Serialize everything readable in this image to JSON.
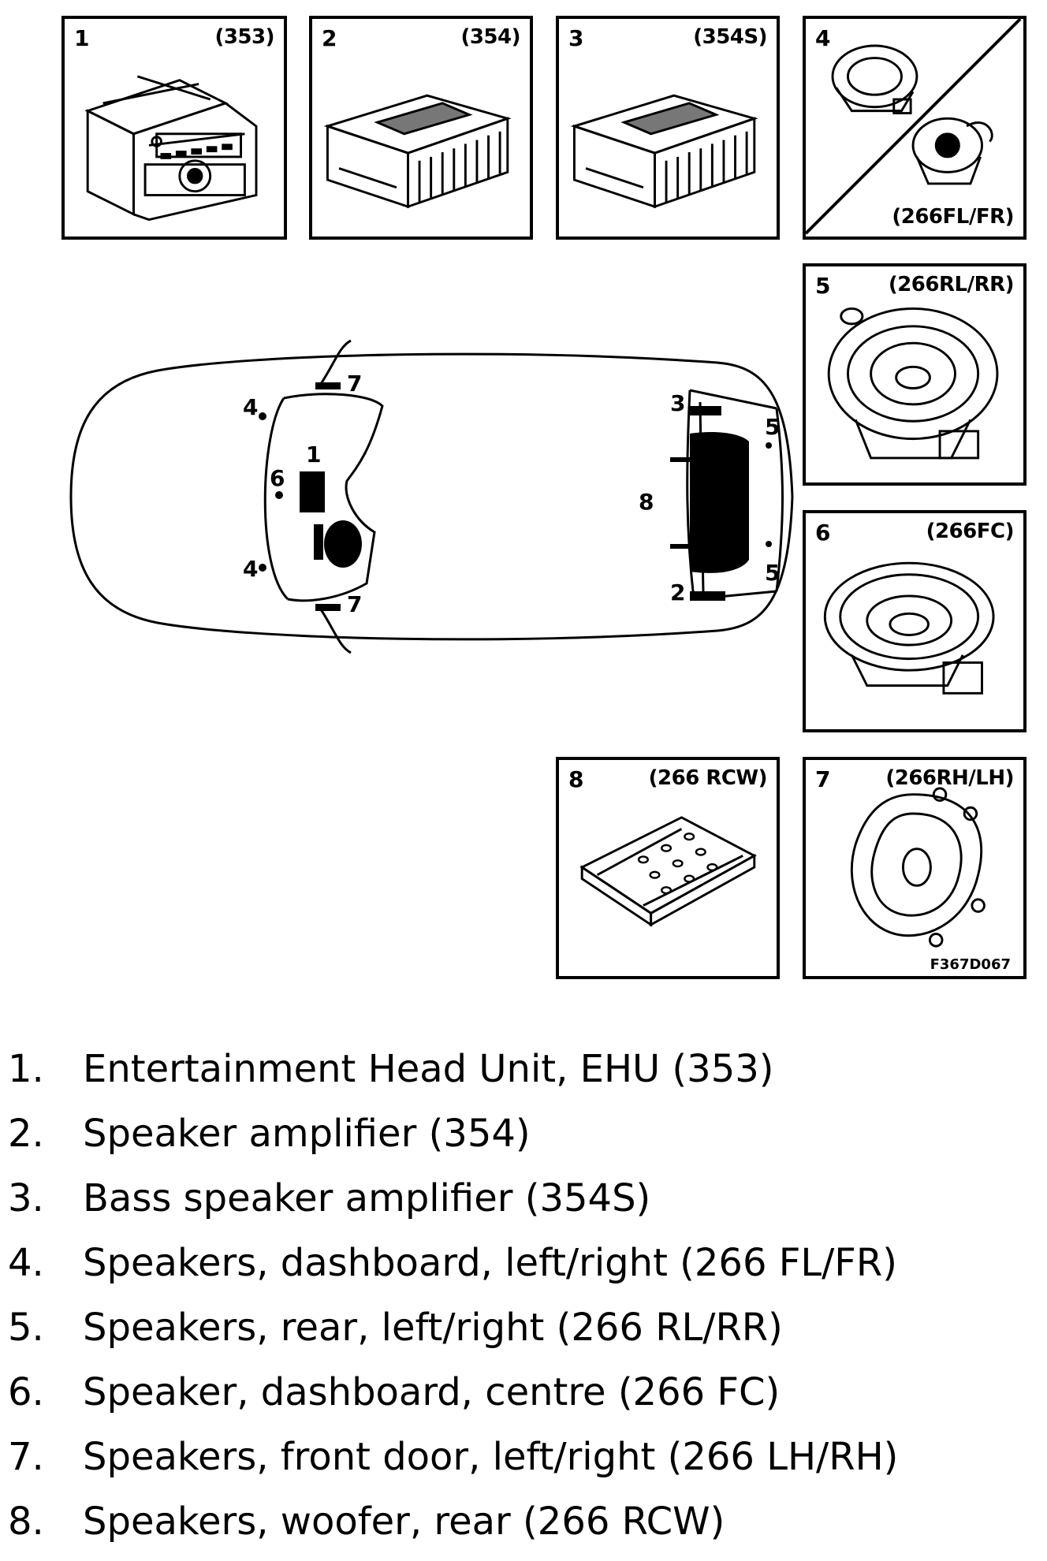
{
  "panels": [
    {
      "number": "1",
      "code": "(353)"
    },
    {
      "number": "2",
      "code": "(354)"
    },
    {
      "number": "3",
      "code": "(354S)"
    },
    {
      "number": "4",
      "code": "(266FL/FR)"
    },
    {
      "number": "5",
      "code": "(266RL/RR)"
    },
    {
      "number": "6",
      "code": "(266FC)"
    },
    {
      "number": "8",
      "code": "(266 RCW)"
    },
    {
      "number": "7",
      "code": "(266RH/LH)"
    }
  ],
  "figure_id": "F367D067",
  "car_labels": {
    "door_top": "7",
    "dash_left_top": "4",
    "center": "6",
    "head_unit": "1",
    "dash_left_bottom": "4",
    "door_bottom": "7",
    "bass_amp": "3",
    "rear_top": "5",
    "woofer": "8",
    "amp": "2",
    "rear_bottom": "5"
  },
  "legend": [
    {
      "num": "1.",
      "text": "Entertainment Head Unit, EHU (353)"
    },
    {
      "num": "2.",
      "text": "Speaker amplifier (354)"
    },
    {
      "num": "3.",
      "text": "Bass speaker amplifier (354S)"
    },
    {
      "num": "4.",
      "text": "Speakers, dashboard, left/right (266 FL/FR)"
    },
    {
      "num": "5.",
      "text": "Speakers, rear, left/right (266 RL/RR)"
    },
    {
      "num": "6.",
      "text": "Speaker, dashboard, centre (266 FC)"
    },
    {
      "num": "7.",
      "text": "Speakers, front door, left/right (266 LH/RH)"
    },
    {
      "num": "8.",
      "text": "Speakers, woofer, rear (266 RCW)"
    }
  ]
}
